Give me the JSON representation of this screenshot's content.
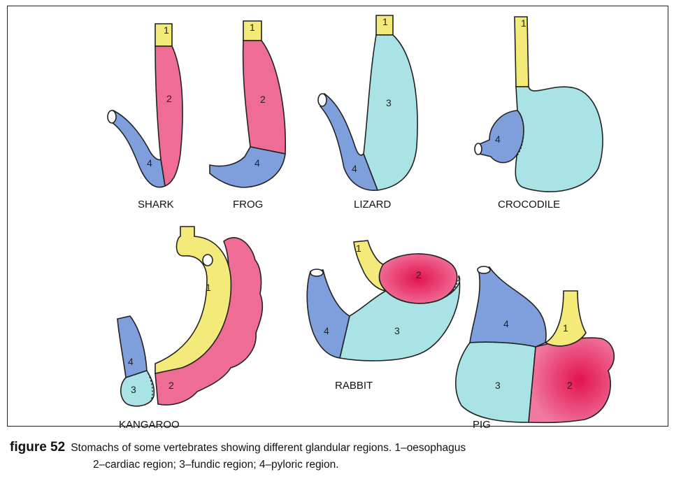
{
  "colors": {
    "oesophagus": "#f4ea7a",
    "cardiac": "#ef6d95",
    "fundic": "#a9e3e6",
    "pyloric": "#7f9fdc",
    "cardiac_dark": "#e3124f"
  },
  "animals": [
    {
      "name": "SHARK",
      "regions": [
        "1",
        "2",
        "4"
      ]
    },
    {
      "name": "FROG",
      "regions": [
        "1",
        "2",
        "4"
      ]
    },
    {
      "name": "LIZARD",
      "regions": [
        "1",
        "3",
        "4"
      ]
    },
    {
      "name": "CROCODILE",
      "regions": [
        "1",
        "4"
      ]
    },
    {
      "name": "KANGAROO",
      "regions": [
        "1",
        "2",
        "3",
        "4"
      ]
    },
    {
      "name": "RABBIT",
      "regions": [
        "1",
        "2",
        "3",
        "4"
      ]
    },
    {
      "name": "PIG",
      "regions": [
        "1",
        "2",
        "3",
        "4"
      ]
    }
  ],
  "caption": {
    "label": "figure 52",
    "line1": "Stomachs of some vertebrates showing different glandular regions. 1–oesophagus",
    "line2": "2–cardiac region; 3–fundic region; 4–pyloric region."
  }
}
